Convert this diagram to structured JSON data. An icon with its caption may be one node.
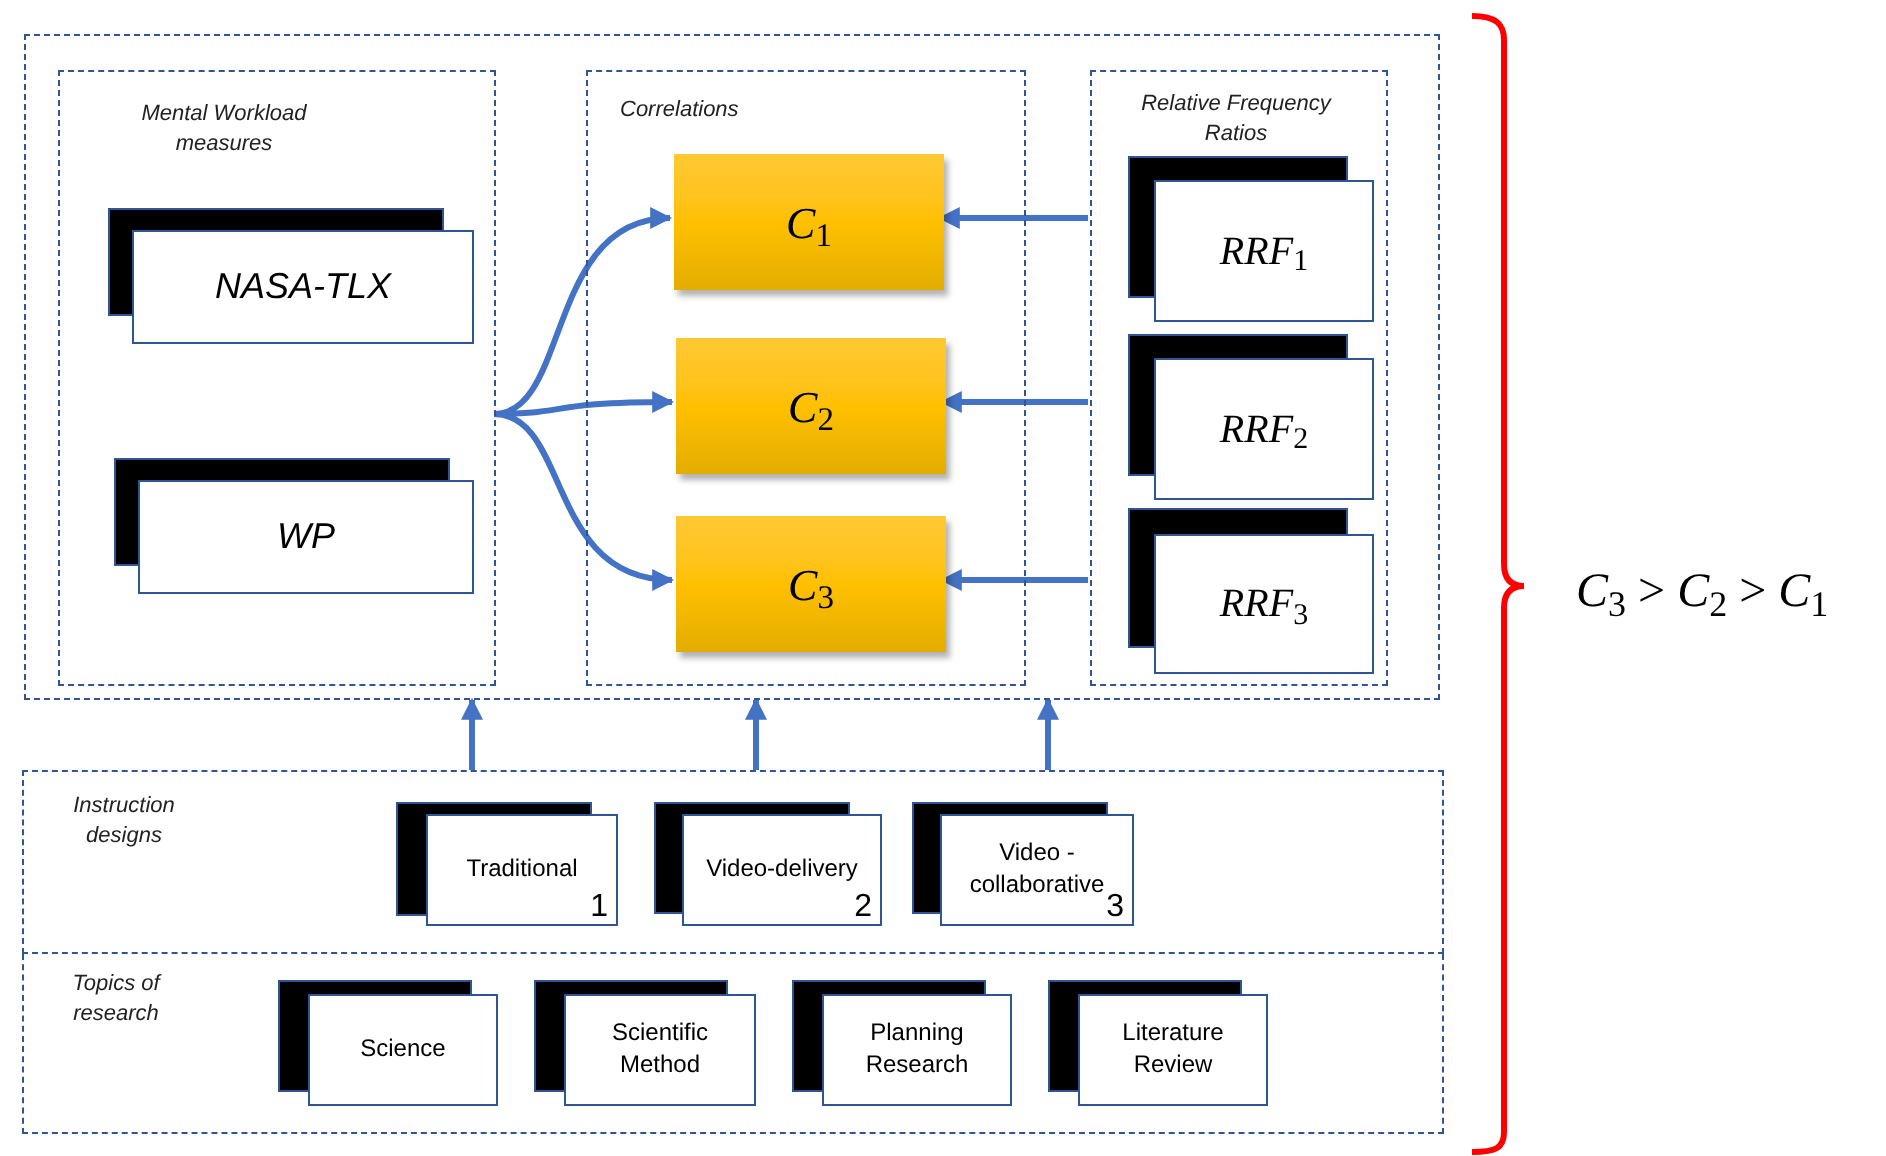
{
  "diagram": {
    "nodes": [
      {
        "text": [],
        "shape": "box"
      },
      {
        "text": [
          "Mental Workload measures"
        ],
        "in": 0
      },
      {
        "text": [
          "NASA-TLX"
        ],
        "in": 1
      },
      {
        "text": [
          "WP"
        ],
        "in": 1
      },
      {
        "text": [
          "Correlations"
        ],
        "in": 0
      },
      {
        "text": [
          "*C*$_{1}$"
        ],
        "in": 4
      },
      {
        "text": [
          "*C*$_{2}$"
        ],
        "in": 4
      },
      {
        "text": [
          "*C*$_{3}$"
        ],
        "in": 4
      },
      {
        "text": [
          "Relative Frequency Ratios"
        ],
        "in": 0
      },
      {
        "text": [
          "*RRF*$_{1}$"
        ],
        "in": 8
      },
      {
        "text": [
          "*RRF*$_{2}$"
        ],
        "in": 8
      },
      {
        "text": [
          "*RRF*$_{3}$"
        ],
        "in": 8
      },
      {
        "text": [
          "Instruction designs"
        ]
      },
      {
        "text": [
          "Traditional",
          "1"
        ],
        "in": 12
      },
      {
        "text": [
          "Video-delivery",
          "2"
        ],
        "in": 12
      },
      {
        "text": [
          "Video - collaborative",
          "3"
        ],
        "in": 12
      },
      {
        "text": [
          "Topics of research"
        ]
      },
      {
        "text": [
          "Science"
        ],
        "in": 16
      },
      {
        "text": [
          "Scientific Method"
        ],
        "in": 16
      },
      {
        "text": [
          "Planning Research"
        ],
        "in": 16
      },
      {
        "text": [
          "Literature Review"
        ],
        "in": 16
      }
    ],
    "edges": [
      {
        "from": 1,
        "to": 5,
        "arrow": "to"
      },
      {
        "from": 1,
        "to": 6,
        "arrow": "to"
      },
      {
        "from": 1,
        "to": 7,
        "arrow": "to"
      },
      {
        "from": 8,
        "to": 5,
        "arrow": "to"
      },
      {
        "from": 8,
        "to": 6,
        "arrow": "to"
      },
      {
        "from": 8,
        "to": 7,
        "arrow": "to"
      },
      {
        "from": 12,
        "to": 0,
        "arrow": "to"
      },
      {
        "from": 12,
        "to": 0,
        "arrow": "to"
      },
      {
        "from": 12,
        "to": 0,
        "arrow": "to"
      }
    ],
    "labels": [
      "*C*$_{3}$ > *C*$_{2}$ > *C*$_{1}$"
    ]
  }
}
